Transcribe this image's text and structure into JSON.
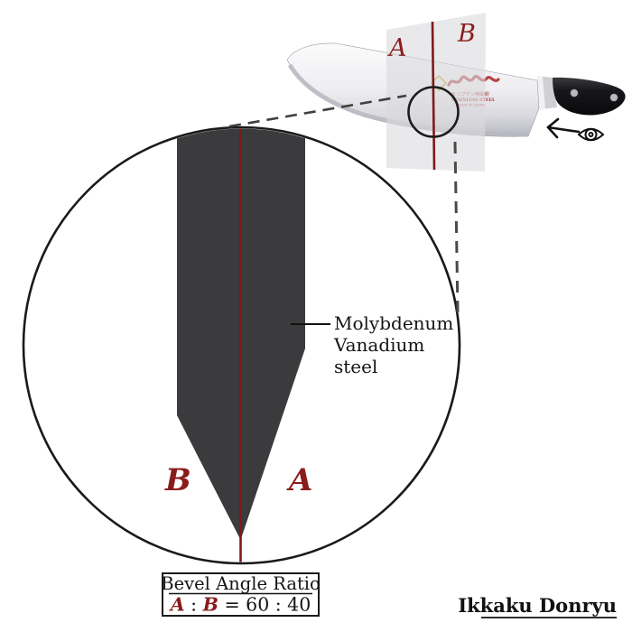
{
  "colors": {
    "dark_red": "#8B1C1C",
    "red_line": "#7E1A1A",
    "steel_dark": "#3B3B3D",
    "plane_gray": "#DADADE",
    "logo_red": "#B03232",
    "gold": "#C9A227",
    "black": "#1A1A1A"
  },
  "cross_section_plane": {
    "label_a": "A",
    "label_b": "B"
  },
  "knife": {
    "logo_icon": "dragon-script-logo",
    "blade_markings": {
      "line1": "モリブデン特殊鋼",
      "line2": "STAINLESS STEEL",
      "line3": "MADE IN JAPAN"
    }
  },
  "view_indicator": {
    "eye_icon": "eye-icon",
    "arrow_icon": "left-arrow-icon"
  },
  "magnified_view": {
    "label_b": "B",
    "label_a": "A",
    "steel_label": {
      "line1": "Molybdenum",
      "line2": "Vanadium",
      "line3": "steel"
    }
  },
  "ratio_box": {
    "title": "Bevel Angle Ratio",
    "a": "A",
    "separator": " : ",
    "b": "B",
    "value": " = 60 : 40"
  },
  "brand": {
    "name": "Ikkaku Donryu"
  }
}
